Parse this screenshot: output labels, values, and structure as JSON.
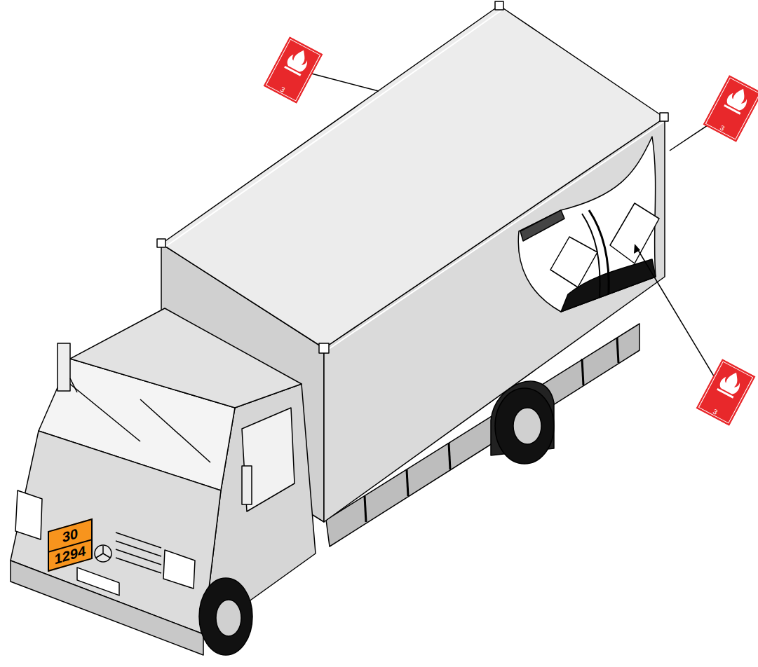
{
  "diagram": {
    "nodes": [
      {
        "text": [
          "3"
        ]
      },
      {
        "text": [
          "3"
        ]
      },
      {
        "text": [
          "3"
        ]
      },
      {
        "text": [
          "30",
          "1294"
        ]
      }
    ]
  }
}
